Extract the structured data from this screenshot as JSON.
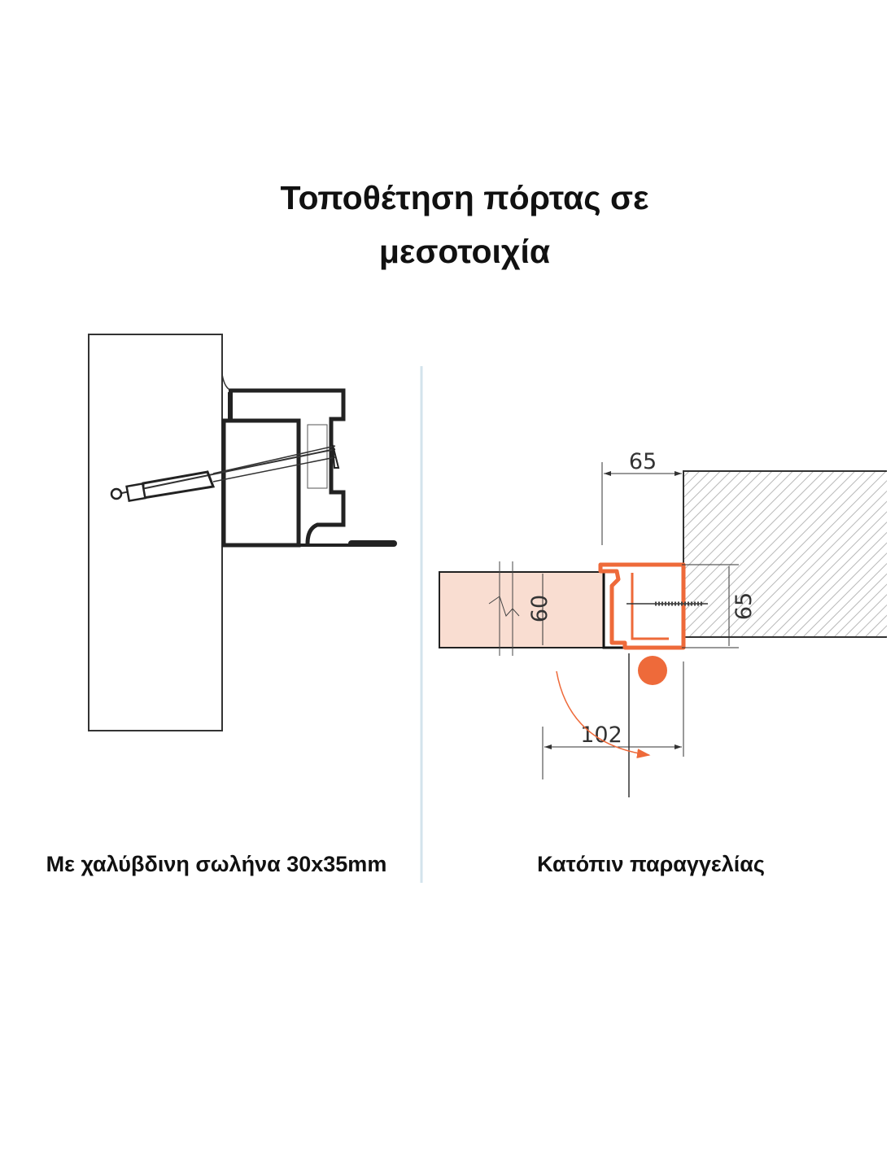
{
  "title": {
    "line1": "Τοποθέτηση πόρτας σε",
    "line2": "μεσοτοιχία"
  },
  "left_panel": {
    "caption": "Με χαλύβδινη σωλήνα 30x35mm"
  },
  "right_panel": {
    "caption": "Κατόπιν παραγγελίας",
    "dimensions": {
      "top": "65",
      "door": "60",
      "side": "65",
      "bottom": "102"
    }
  },
  "colors": {
    "accent": "#ee6a3a",
    "door_fill": "#f9ddd1",
    "separator": "#d3e3ec"
  }
}
